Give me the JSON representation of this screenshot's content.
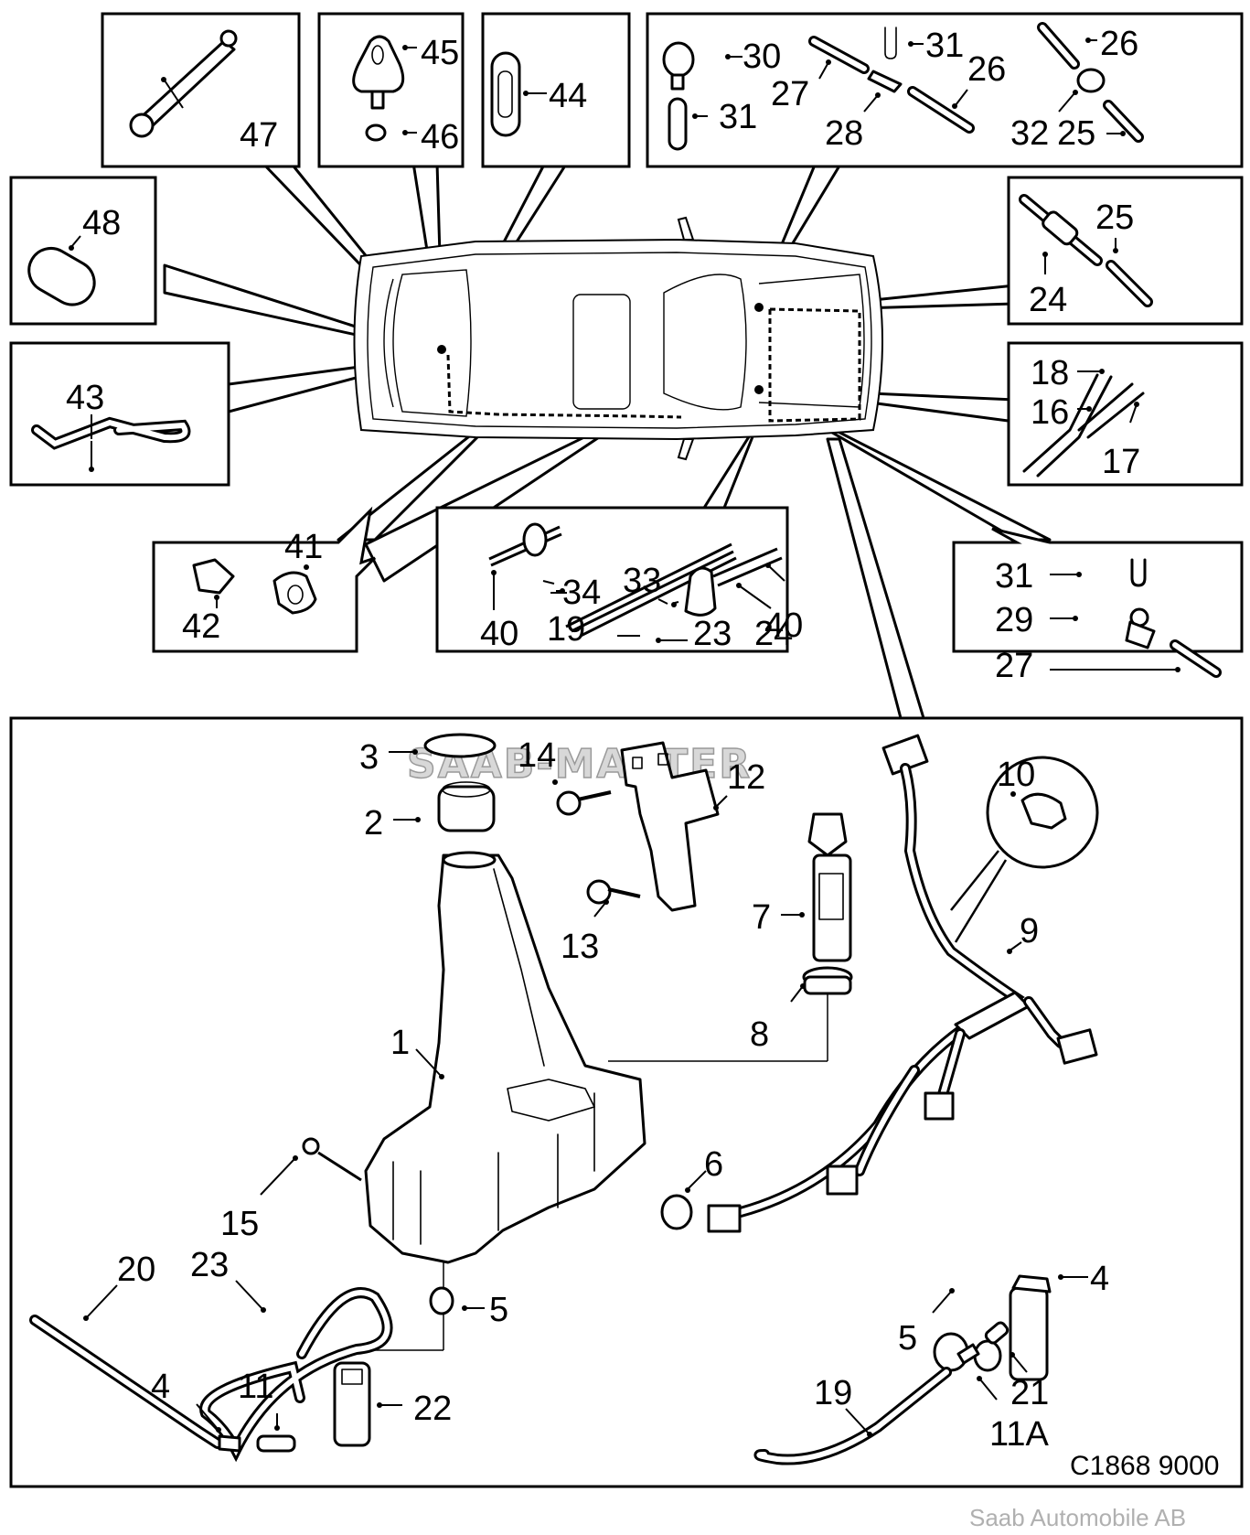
{
  "diagram": {
    "title": "Windscreen / headlamp washer system - exploded parts view",
    "drawing_code": "C1868 9000",
    "copyright": "Saab Automobile AB",
    "watermark": "SAAB-MASTER",
    "callouts": {
      "box_47": [
        "47"
      ],
      "box_45_46": [
        "45",
        "46"
      ],
      "box_44": [
        "44"
      ],
      "box_rear_nozzle": [
        "30",
        "31",
        "27",
        "31",
        "26",
        "28",
        "26",
        "32",
        "25"
      ],
      "box_48": [
        "48"
      ],
      "box_24_25": [
        "25",
        "24"
      ],
      "box_43": [
        "43"
      ],
      "box_16_17_18": [
        "18",
        "16",
        "17"
      ],
      "box_41_42": [
        "41",
        "42"
      ],
      "box_hose_routing": [
        "33",
        "34",
        "40",
        "19",
        "40",
        "23",
        "24"
      ],
      "box_27_29_31": [
        "31",
        "29",
        "27"
      ],
      "main": [
        "3",
        "14",
        "12",
        "2",
        "10",
        "7",
        "13",
        "9",
        "8",
        "1",
        "6",
        "15",
        "4",
        "5",
        "22",
        "23",
        "5",
        "20",
        "11",
        "4",
        "21",
        "19",
        "11A"
      ]
    }
  }
}
